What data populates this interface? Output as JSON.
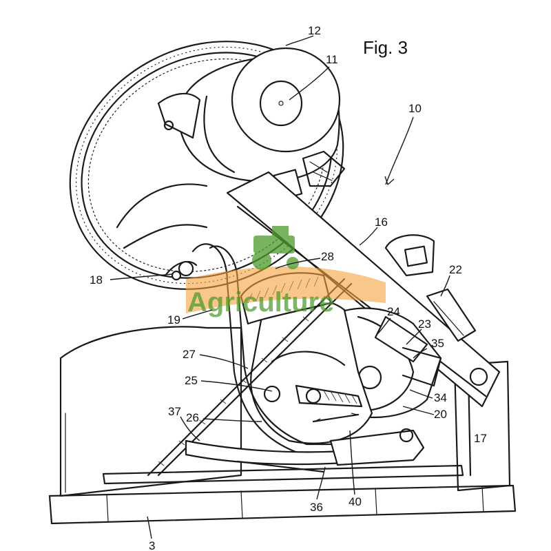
{
  "figure": {
    "title": "Fig. 3"
  },
  "labels": [
    {
      "id": "12",
      "text": "12"
    },
    {
      "id": "11",
      "text": "11"
    },
    {
      "id": "10",
      "text": "10"
    },
    {
      "id": "16",
      "text": "16"
    },
    {
      "id": "22",
      "text": "22"
    },
    {
      "id": "28",
      "text": "28"
    },
    {
      "id": "18",
      "text": "18"
    },
    {
      "id": "19",
      "text": "19"
    },
    {
      "id": "24",
      "text": "24"
    },
    {
      "id": "23",
      "text": "23"
    },
    {
      "id": "35",
      "text": "35"
    },
    {
      "id": "27",
      "text": "27"
    },
    {
      "id": "25",
      "text": "25"
    },
    {
      "id": "34",
      "text": "34"
    },
    {
      "id": "20",
      "text": "20"
    },
    {
      "id": "37",
      "text": "37"
    },
    {
      "id": "26",
      "text": "26"
    },
    {
      "id": "17",
      "text": "17"
    },
    {
      "id": "36",
      "text": "36"
    },
    {
      "id": "40",
      "text": "40"
    },
    {
      "id": "3",
      "text": "3"
    }
  ],
  "watermark": {
    "text": "Agriculture",
    "color": "#4c9a2a",
    "icon": "tractor-icon"
  }
}
